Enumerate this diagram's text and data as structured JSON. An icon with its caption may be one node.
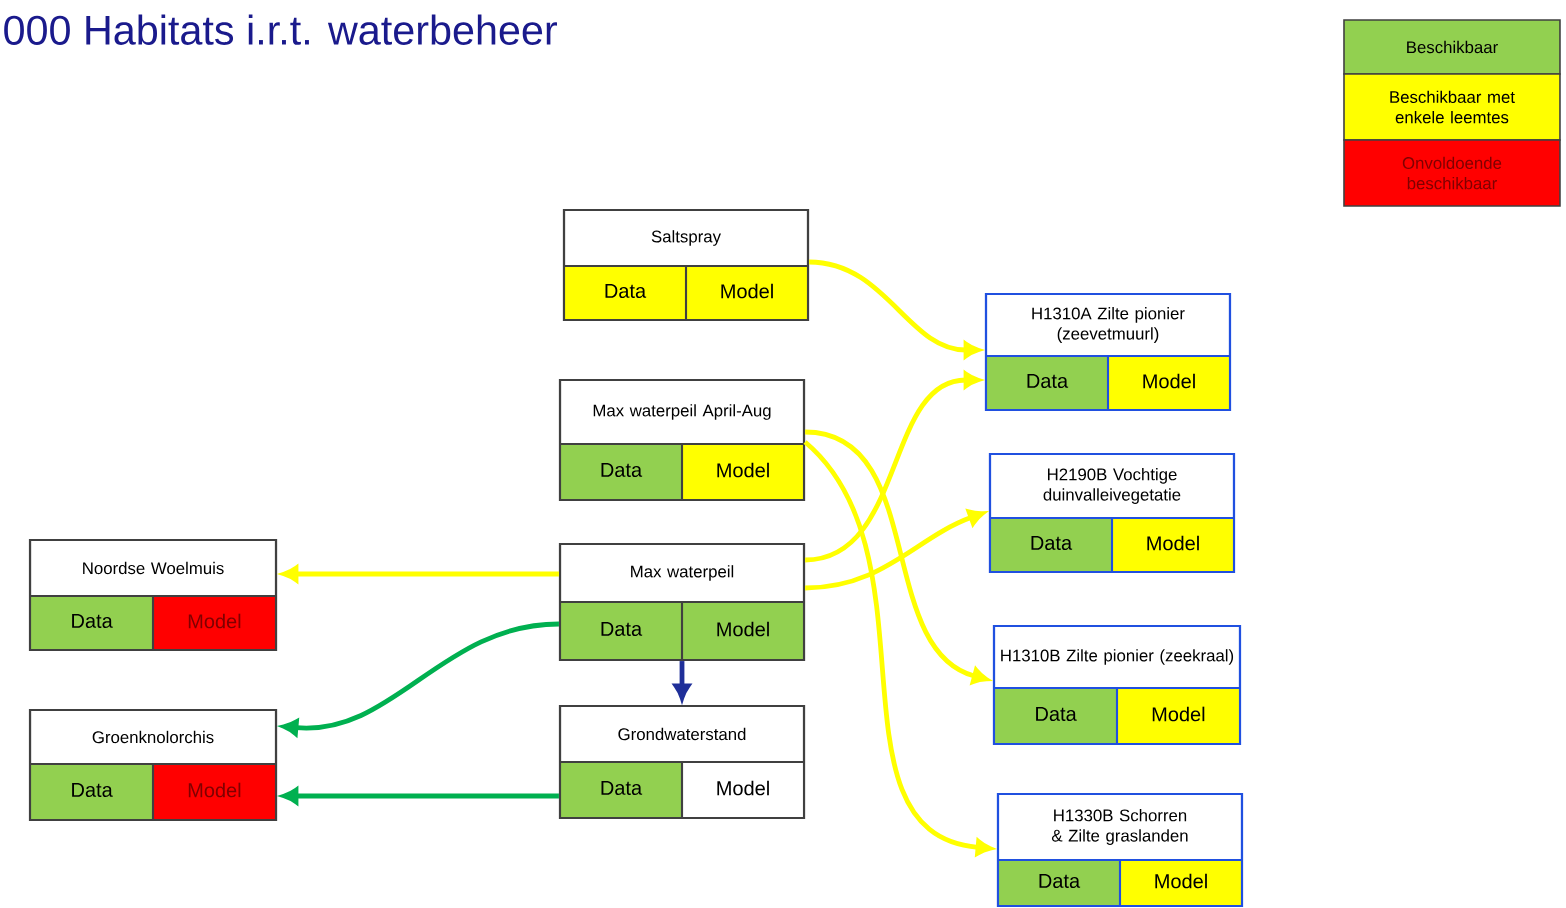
{
  "diagram": {
    "title": "000 Habitats i.r.t. waterbeheer",
    "nodes": [
      {
        "text": [
          "Saltspray",
          "Data",
          "Model"
        ]
      },
      {
        "text": [
          "H1310A Zilte pionier (zeevetmuurl)",
          "Data",
          "Model"
        ]
      },
      {
        "text": [
          "Max waterpeil April-Aug",
          "Data",
          "Model"
        ]
      },
      {
        "text": [
          "H2190B Vochtige duinvalleivegetatie",
          "Data",
          "Model"
        ]
      },
      {
        "text": [
          "Noordse Woelmuis",
          "Data",
          "Model"
        ]
      },
      {
        "text": [
          "Max waterpeil",
          "Data",
          "Model"
        ]
      },
      {
        "text": [
          "H1310B Zilte pionier (zeekraal)",
          "Data",
          "Model"
        ]
      },
      {
        "text": [
          "Grondwaterstand",
          "Data",
          "Model"
        ]
      },
      {
        "text": [
          "Groenknolorchis",
          "Data",
          "Model"
        ]
      },
      {
        "text": [
          "H1330B Schorren & Zilte graslanden",
          "Data",
          "Model"
        ]
      }
    ],
    "edges": [
      {
        "from": 0,
        "to": 1,
        "arrow": "to"
      },
      {
        "from": 2,
        "to": 6,
        "arrow": "to"
      },
      {
        "from": 2,
        "to": 9,
        "arrow": "to"
      },
      {
        "from": 5,
        "to": 1,
        "arrow": "to"
      },
      {
        "from": 5,
        "to": 3,
        "arrow": "to"
      },
      {
        "from": 5,
        "to": 4,
        "arrow": "to"
      },
      {
        "from": 5,
        "to": 8,
        "arrow": "to",
        "color": "#00b050"
      },
      {
        "from": 5,
        "to": 7,
        "arrow": "to",
        "color": "#1f2f99"
      },
      {
        "from": 7,
        "to": 8,
        "arrow": "to",
        "color": "#00b050"
      }
    ],
    "legend": [
      {
        "text": "Beschikbaar",
        "color": "#92d050"
      },
      {
        "text": "Beschikbaar met enkele leemtes",
        "color": "#ffff00"
      },
      {
        "text": "Onvoldoende beschikbaar",
        "color": "#ff0000"
      }
    ]
  }
}
